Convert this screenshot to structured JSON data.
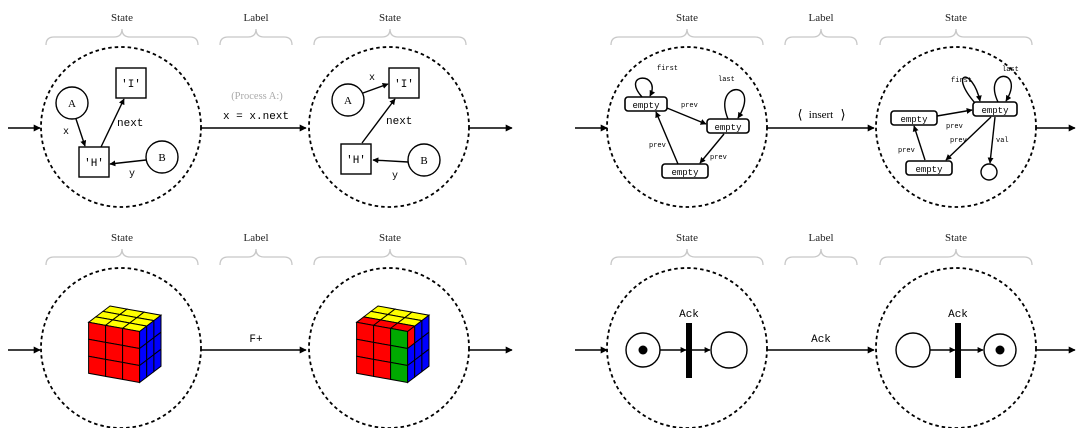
{
  "headers": {
    "state": "State",
    "label": "Label"
  },
  "panel_a": {
    "node_a": "A",
    "node_b": "B",
    "box_i": "'I'",
    "box_h": "'H'",
    "edge_next": "next",
    "edge_x": "x",
    "edge_y": "y",
    "label_comment": "(Process A:)",
    "label_code": "x = x.next"
  },
  "panel_b": {
    "node": "empty",
    "edge_first": "first",
    "edge_last": "last",
    "edge_prev": "prev",
    "edge_val": "val",
    "label_left": "⟨",
    "label_text": "insert",
    "label_right": "⟩"
  },
  "panel_c": {
    "label": "F+",
    "colors": {
      "yellow": "#ffff00",
      "red": "#ff0000",
      "blue": "#0000ff",
      "green": "#00aa00"
    }
  },
  "panel_d": {
    "transition_name": "Ack",
    "label": "Ack"
  }
}
